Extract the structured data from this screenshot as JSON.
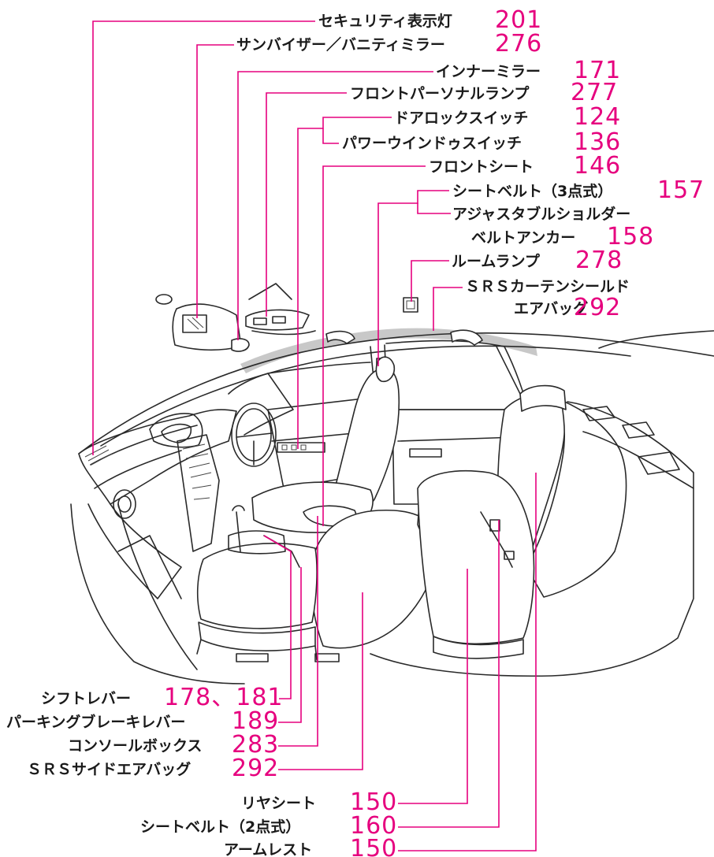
{
  "labels": {
    "security_light": {
      "label": "セキュリティ表示灯",
      "page": "201"
    },
    "sun_visor": {
      "label": "サンバイザー／バニティミラー",
      "page": "276"
    },
    "inner_mirror": {
      "label": "インナーミラー",
      "page": "171"
    },
    "front_lamp": {
      "label": "フロントパーソナルランプ",
      "page": "277"
    },
    "door_lock": {
      "label": "ドアロックスイッチ",
      "page": "124"
    },
    "power_window": {
      "label": "パワーウインドゥスイッチ",
      "page": "136"
    },
    "front_seat": {
      "label": "フロントシート",
      "page": "146"
    },
    "seatbelt3": {
      "label": "シートベルト（3点式）",
      "page": "157"
    },
    "anchor_1": {
      "label": "アジャスタブルショルダー"
    },
    "anchor_2": {
      "label": "ベルトアンカー",
      "page": "158"
    },
    "room_lamp": {
      "label": "ルームランプ",
      "page": "278"
    },
    "curtain_1": {
      "label": "ＳＲＳカーテンシールド"
    },
    "curtain_2": {
      "label": "エアバッグ",
      "page": "292"
    },
    "shift": {
      "label": "シフトレバー",
      "page": "178、181"
    },
    "parking": {
      "label": "パーキングブレーキレバー",
      "page": "189"
    },
    "console": {
      "label": "コンソールボックス",
      "page": "283"
    },
    "side_airbag": {
      "label": "ＳＲＳサイドエアバッグ",
      "page": "292"
    },
    "rear_seat": {
      "label": "リヤシート",
      "page": "150"
    },
    "seatbelt2": {
      "label": "シートベルト（2点式）",
      "page": "160"
    },
    "armrest": {
      "label": "アームレスト",
      "page": "150"
    }
  },
  "colors": {
    "accent": "#e6007e",
    "text": "#1a1a1a",
    "highlight": "#c8c8c8"
  }
}
